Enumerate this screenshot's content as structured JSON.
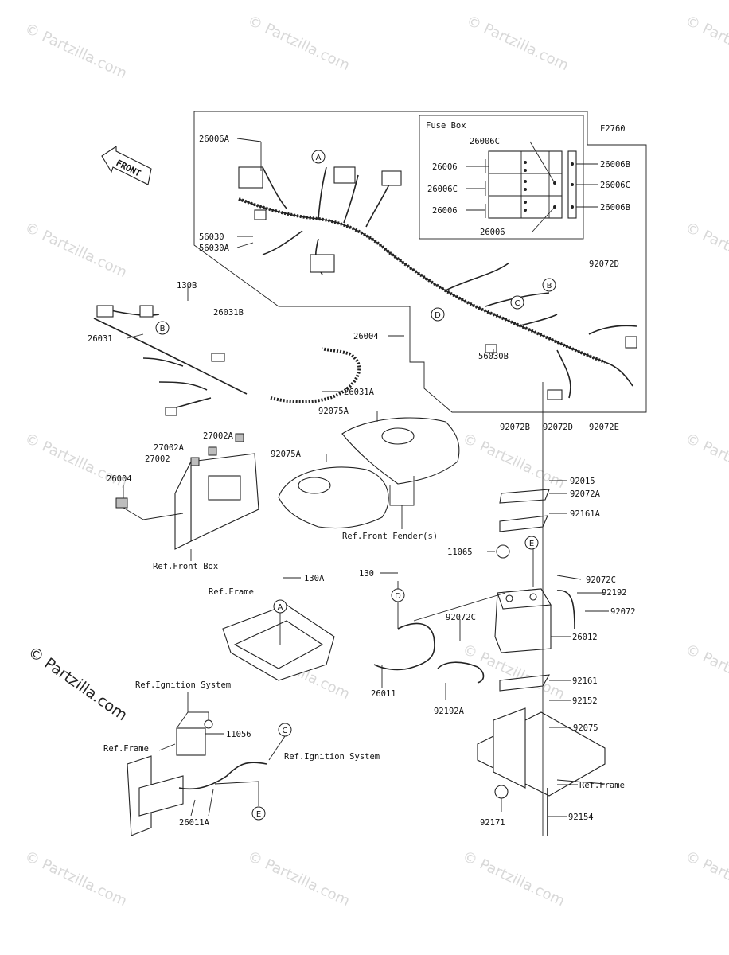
{
  "watermark": "© Partzilla.com",
  "brand": "© Partzilla.com",
  "figure_code": "F2760",
  "front_label": "FRONT",
  "fuse_box_title": "Fuse Box",
  "labels": {
    "l26006A": "26006A",
    "l26006C_top": "26006C",
    "l26006_a": "26006",
    "l26006C_mid": "26006C",
    "l26006_b": "26006",
    "l26006_c": "26006",
    "l26006B_1": "26006B",
    "l26006C_r": "26006C",
    "l26006B_2": "26006B",
    "l56030": "56030",
    "l56030A": "56030A",
    "l26031B": "26031B",
    "l92072D_top": "92072D",
    "l130B": "130B",
    "l26031": "26031",
    "l26004_top": "26004",
    "l56030B": "56030B",
    "l26031A": "26031A",
    "l92075A_1": "92075A",
    "l92072B": "92072B",
    "l92072D": "92072D",
    "l92072E": "92072E",
    "l27002A_1": "27002A",
    "l27002A_2": "27002A",
    "l27002": "27002",
    "l92075A_2": "92075A",
    "l92015": "92015",
    "l92072A": "92072A",
    "l26004_left": "26004",
    "l92161A": "92161A",
    "l_ref_front_fender": "Ref.Front Fender(s)",
    "l11065": "11065",
    "l_ref_front_box": "Ref.Front Box",
    "l130A": "130A",
    "l130": "130",
    "l92072C_1": "92072C",
    "l_ref_frame_1": "Ref.Frame",
    "l92192": "92192",
    "l92072": "92072",
    "l92072C_2": "92072C",
    "l26012": "26012",
    "l26011": "26011",
    "l92161": "92161",
    "l92192A": "92192A",
    "l92152": "92152",
    "l_ref_ignition_1": "Ref.Ignition System",
    "l11056": "11056",
    "l92075": "92075",
    "l_ref_frame_2": "Ref.Frame",
    "l_ref_ignition_2": "Ref.Ignition System",
    "l_ref_frame_3": "Ref.Frame",
    "l26011A": "26011A",
    "l92171": "92171",
    "l92154": "92154"
  },
  "circle_markers": {
    "a1": "A",
    "a2": "A",
    "b1": "B",
    "b2": "B",
    "c1": "C",
    "c2": "C",
    "d1": "D",
    "d2": "D",
    "e1": "E",
    "e2": "E"
  }
}
